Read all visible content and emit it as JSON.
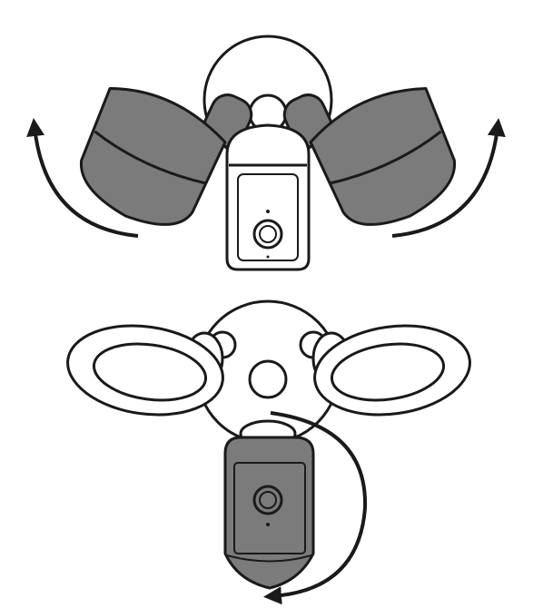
{
  "colors": {
    "outline": "#1a1a1a",
    "housing_gray": "#7b7b7b",
    "body_white": "#ffffff"
  },
  "illustrations": [
    {
      "id": "top",
      "rotating_part": "floodlight-lamps"
    },
    {
      "id": "bottom",
      "rotating_part": "camera"
    }
  ]
}
